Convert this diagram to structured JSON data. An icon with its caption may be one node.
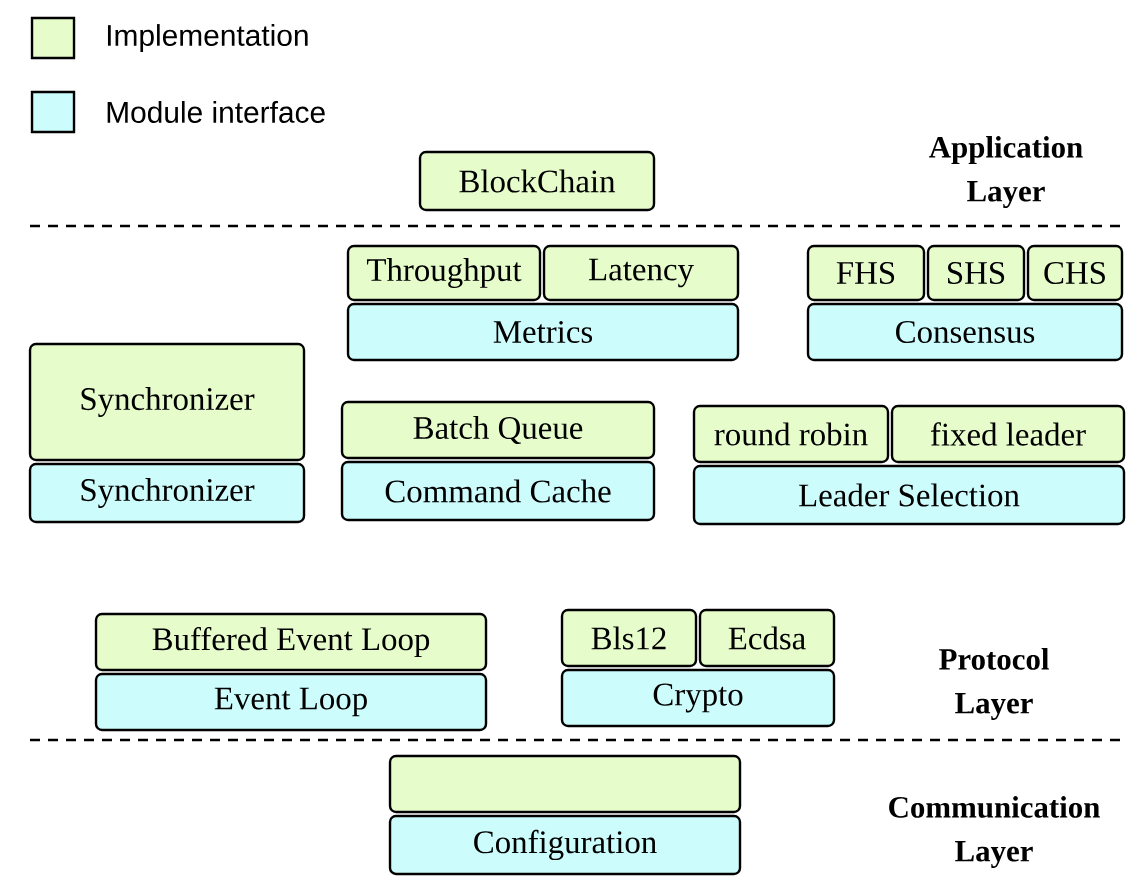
{
  "diagram": {
    "nodes": [
      {
        "text": [
          "BlockChain"
        ]
      },
      {
        "text": [
          "Throughput"
        ]
      },
      {
        "text": [
          "Latency"
        ]
      },
      {
        "text": [
          "Metrics"
        ]
      },
      {
        "text": [
          "FHS"
        ]
      },
      {
        "text": [
          "SHS"
        ]
      },
      {
        "text": [
          "CHS"
        ]
      },
      {
        "text": [
          "Consensus"
        ]
      },
      {
        "text": [
          "Synchronizer"
        ]
      },
      {
        "text": [
          "Synchronizer"
        ]
      },
      {
        "text": [
          "Batch Queue"
        ]
      },
      {
        "text": [
          "Command Cache"
        ]
      },
      {
        "text": [
          "round robin"
        ]
      },
      {
        "text": [
          "fixed leader"
        ]
      },
      {
        "text": [
          "Leader Selection"
        ]
      },
      {
        "text": [
          "Buffered Event Loop"
        ]
      },
      {
        "text": [
          "Event Loop"
        ]
      },
      {
        "text": [
          "Bls12"
        ]
      },
      {
        "text": [
          "Ecdsa"
        ]
      },
      {
        "text": [
          "Crypto"
        ]
      },
      {
        "text": [],
        "shape": "box"
      },
      {
        "text": [
          "Configuration"
        ]
      }
    ],
    "labels": [
      "Application Layer",
      "Protocol Layer",
      "Communication Layer"
    ],
    "legend": [
      {
        "text": "Implementation",
        "color": "#e6fccb"
      },
      {
        "text": "Module interface",
        "color": "#ccfcfc"
      }
    ]
  }
}
